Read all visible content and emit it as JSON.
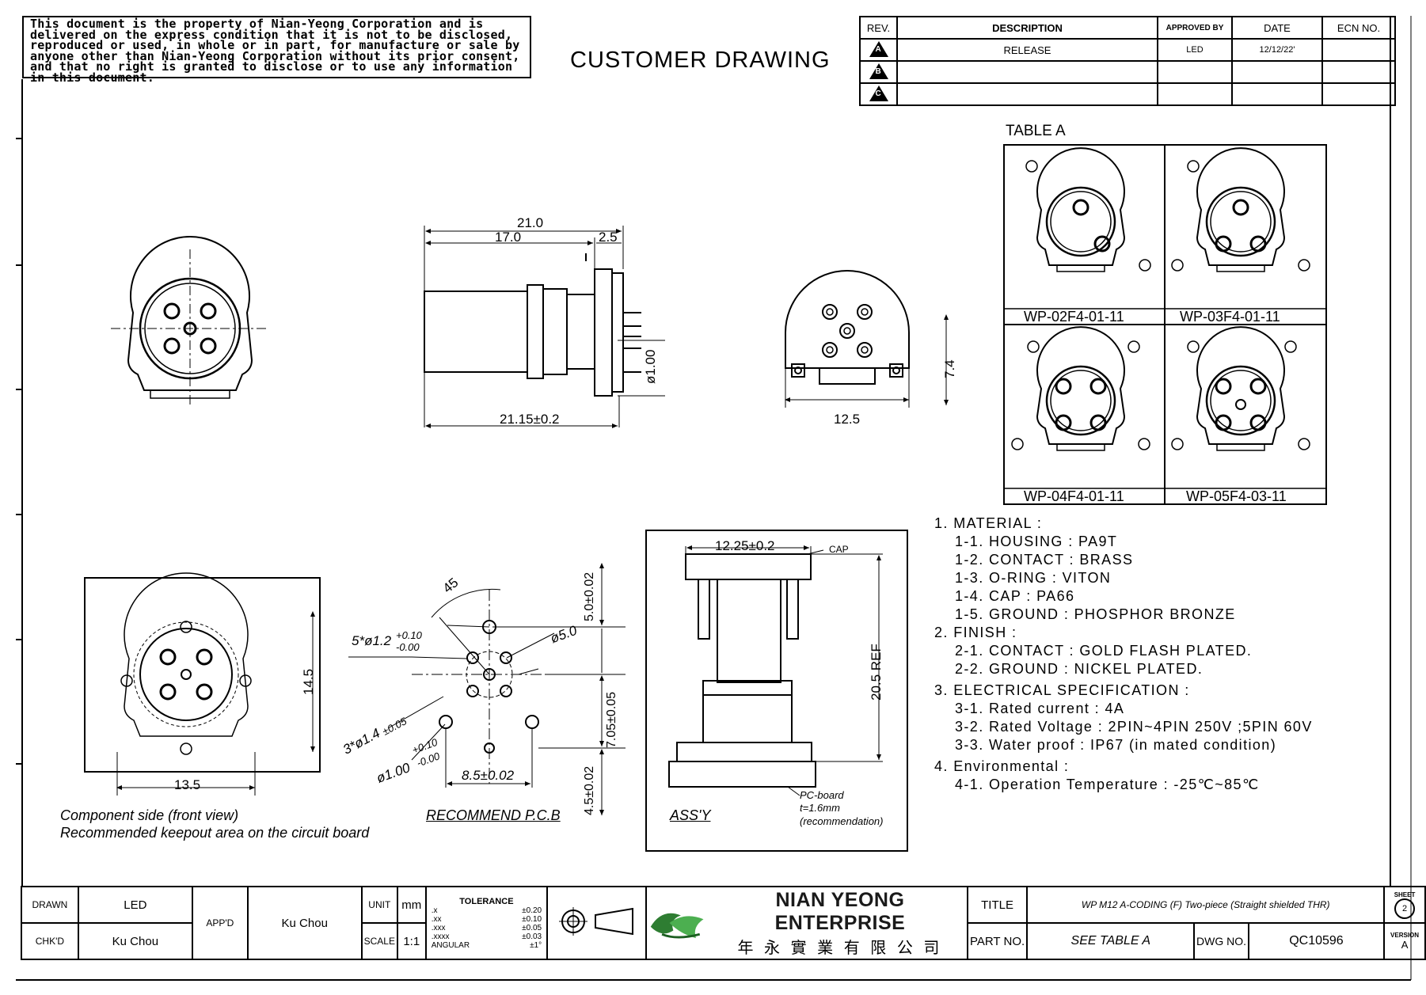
{
  "notice": "This document is the property of Nian-Yeong Corporation and is delivered on the express condition that it is not to be disclosed, reproduced or used, in whole or in part, for manufacture or sale by anyone other than Nian-Yeong Corporation without its prior consent, and that no right is granted to disclose or to use any information in this document.",
  "drawing_title": "CUSTOMER DRAWING",
  "revision_table": {
    "headers": {
      "rev": "REV.",
      "description": "DESCRIPTION",
      "approved_by": "APPROVED BY",
      "date": "DATE",
      "ecn": "ECN NO."
    },
    "rows": [
      {
        "rev": "A",
        "description": "RELEASE",
        "approved_by": "LED",
        "date": "12/12/22'",
        "ecn": ""
      },
      {
        "rev": "B",
        "description": "",
        "approved_by": "",
        "date": "",
        "ecn": ""
      },
      {
        "rev": "C",
        "description": "",
        "approved_by": "",
        "date": "",
        "ecn": ""
      }
    ]
  },
  "table_a": {
    "title": "TABLE A",
    "cells": [
      "WP-02F4-01-11",
      "WP-03F4-01-11",
      "WP-04F4-01-11",
      "WP-05F4-03-11"
    ]
  },
  "dimensions": {
    "side_total": "21.0",
    "side_body": "17.0",
    "side_flange": "2.5",
    "side_length": "21.15±0.2",
    "side_pin": "ø1.00",
    "rear_width": "12.5",
    "rear_height": "7.4",
    "keepout_width": "13.5",
    "keepout_height": "14.5",
    "pcb_angle": "45",
    "pcb_hole5": "5*ø1.2",
    "pcb_hole5_tol_plus": "+0.10",
    "pcb_hole5_tol_minus": "-0.00",
    "pcb_hole3": "3*ø1.4",
    "pcb_hole3_tol": "±0.05",
    "pcb_hole1": "ø1.00",
    "pcb_hole1_tol_plus": "+0.10",
    "pcb_hole1_tol_minus": "-0.00",
    "pcb_circle": "ø5.0",
    "pcb_span": "8.5±0.02",
    "pcb_v1": "5.0±0.02",
    "pcb_v2": "7.05±0.05",
    "pcb_v3": "4.5±0.02",
    "assy_width": "12.25±0.2",
    "assy_height": "20.5 REF",
    "assy_cap": "CAP",
    "assy_pcb1": "PC-board",
    "assy_pcb2": "t=1.6mm",
    "assy_pcb3": "(recommendation)"
  },
  "captions": {
    "component_side": "Component side (front view)",
    "keepout": "Recommended keepout area on the circuit board",
    "recommend_pcb": "RECOMMEND P.C.B",
    "assy": "ASS'Y"
  },
  "notes": [
    {
      "level": 0,
      "text": "1. MATERIAL :"
    },
    {
      "level": 1,
      "text": "1-1. HOUSING : PA9T"
    },
    {
      "level": 1,
      "text": "1-2. CONTACT : BRASS"
    },
    {
      "level": 1,
      "text": "1-3. O-RING : VITON"
    },
    {
      "level": 1,
      "text": "1-4. CAP : PA66"
    },
    {
      "level": 1,
      "text": "1-5. GROUND : PHOSPHOR BRONZE"
    },
    {
      "level": 0,
      "text": "2. FINISH :"
    },
    {
      "level": 1,
      "text": "2-1. CONTACT : GOLD FLASH PLATED."
    },
    {
      "level": 1,
      "text": "2-2. GROUND : NICKEL PLATED."
    },
    {
      "level": 0,
      "text": "3. ELECTRICAL SPECIFICATION :"
    },
    {
      "level": 1,
      "text": "3-1. Rated current : 4A"
    },
    {
      "level": 1,
      "text": "3-2. Rated Voltage : 2PIN~4PIN 250V ;5PIN 60V"
    },
    {
      "level": 1,
      "text": "3-3. Water proof : IP67 (in mated condition)"
    },
    {
      "level": 0,
      "text": "4. Environmental :"
    },
    {
      "level": 1,
      "text": "4-1. Operation Temperature : -25℃~85℃"
    }
  ],
  "title_block": {
    "drawn_label": "DRAWN",
    "drawn": "LED",
    "chkd_label": "CHK'D",
    "chkd": "Ku Chou",
    "appd_label": "APP'D",
    "appd": "Ku Chou",
    "unit_label": "UNIT",
    "unit": "mm",
    "scale_label": "SCALE",
    "scale": "1:1",
    "tolerance_label": "TOLERANCE",
    "tolerances": [
      {
        "k": ".x",
        "v": "±0.20"
      },
      {
        "k": ".xx",
        "v": "±0.10"
      },
      {
        "k": ".xxx",
        "v": "±0.05"
      },
      {
        "k": ".xxxx",
        "v": "±0.03"
      },
      {
        "k": "ANGULAR",
        "v": "±1°"
      }
    ],
    "company": "NIAN YEONG ENTERPRISE",
    "company_cn": "年 永 實 業 有 限 公 司",
    "title_label": "TITLE",
    "title": "WP M12 A-CODING (F) Two-piece (Straight shielded THR)",
    "part_label": "PART NO.",
    "part": "SEE TABLE A",
    "dwg_label": "DWG NO.",
    "dwg": "QC10596",
    "sheet_label": "SHEET",
    "sheet": "2",
    "version_label": "VERSION",
    "version": "A"
  }
}
